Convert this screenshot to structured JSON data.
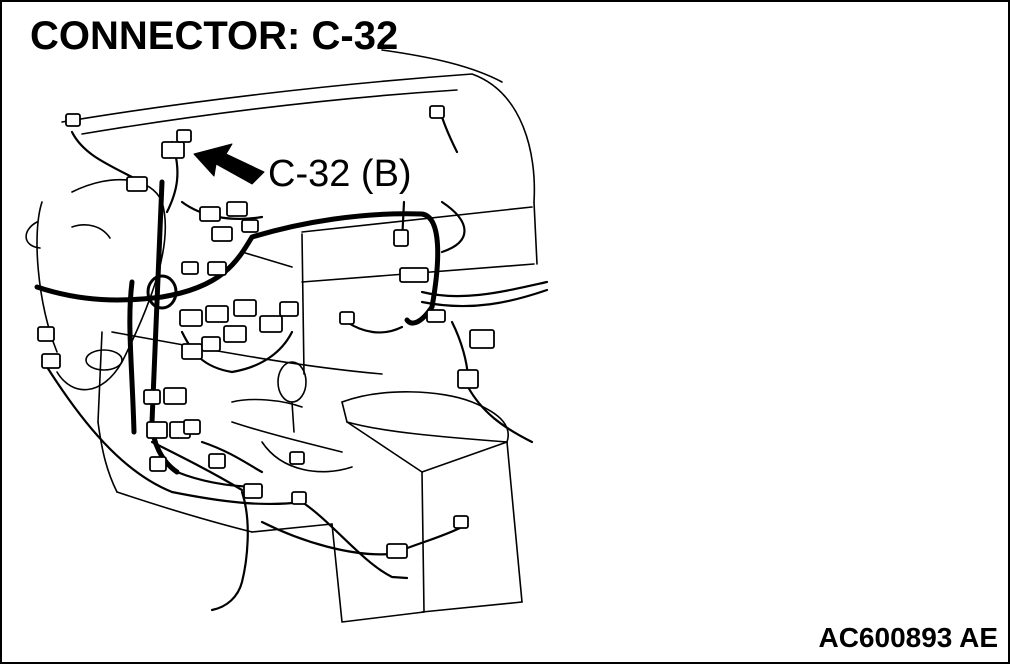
{
  "title": "CONNECTOR: C-32",
  "callout_label": "C-32 (B)",
  "figure_id": "AC600893 AE",
  "colors": {
    "line": "#000000",
    "background": "#ffffff"
  },
  "icons": {
    "pointer": "arrow-icon",
    "connector": "connector-icon"
  }
}
